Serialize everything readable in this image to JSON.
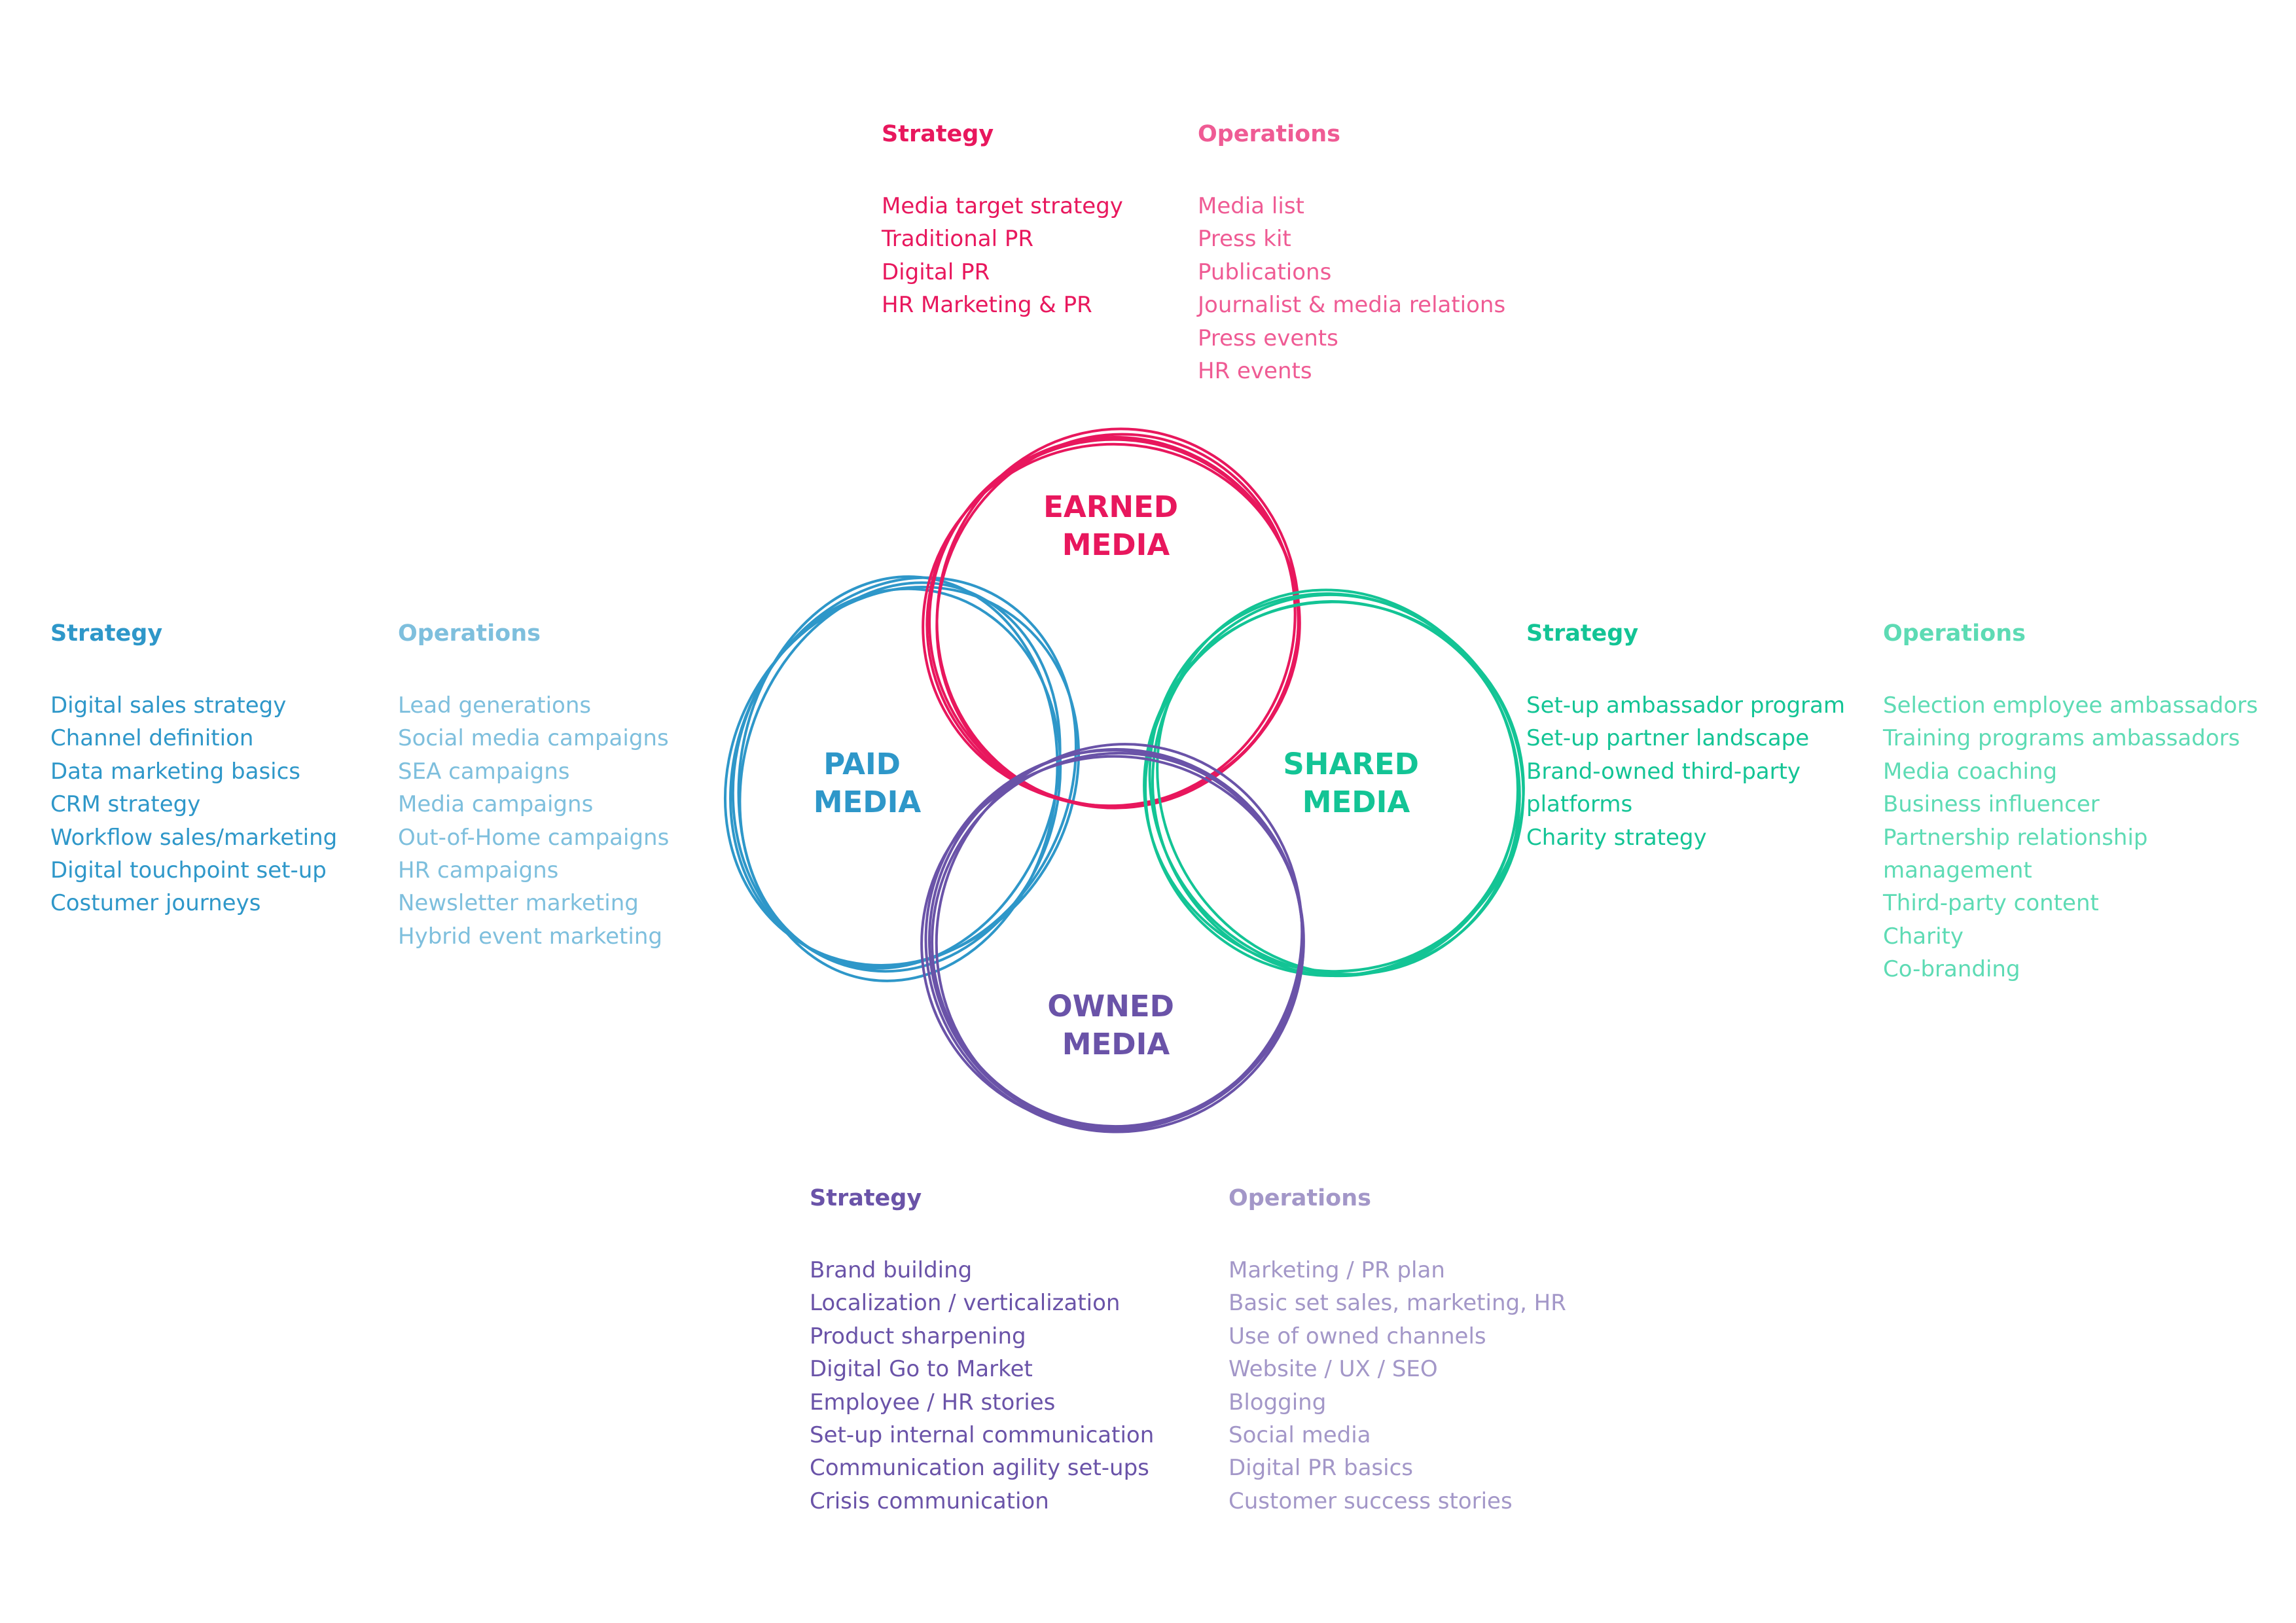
{
  "colors": {
    "earned": "#e8175d",
    "earned_light": "#ef5b94",
    "paid": "#2e97c9",
    "paid_light": "#7ebfdd",
    "shared": "#13c495",
    "shared_light": "#5ddbb4",
    "owned": "#6a53a8",
    "owned_light": "#a397c8"
  },
  "circles": {
    "earned": {
      "line1": "EARNED",
      "line2": "MEDIA"
    },
    "paid": {
      "line1": "PAID",
      "line2": "MEDIA"
    },
    "shared": {
      "line1": "SHARED",
      "line2": "MEDIA"
    },
    "owned": {
      "line1": "OWNED",
      "line2": "MEDIA"
    }
  },
  "earned": {
    "strategy": {
      "title": "Strategy",
      "items": [
        "Media target strategy",
        "Traditional PR",
        "Digital PR",
        "HR Marketing & PR"
      ]
    },
    "operations": {
      "title": "Operations",
      "items": [
        "Media list",
        "Press kit",
        "Publications",
        "Journalist & media relations",
        "Press events",
        "HR events"
      ]
    }
  },
  "paid": {
    "strategy": {
      "title": "Strategy",
      "items": [
        "Digital sales strategy",
        "Channel definition",
        "Data marketing basics",
        "CRM strategy",
        "Workflow sales/marketing",
        "Digital touchpoint set-up",
        "Costumer journeys"
      ]
    },
    "operations": {
      "title": "Operations",
      "items": [
        "Lead generations",
        "Social media campaigns",
        "SEA campaigns",
        "Media campaigns",
        "Out-of-Home campaigns",
        "HR campaigns",
        "Newsletter marketing",
        "Hybrid event marketing"
      ]
    }
  },
  "shared": {
    "strategy": {
      "title": "Strategy",
      "items": [
        "Set-up ambassador program",
        "Set-up partner landscape",
        "Brand-owned third-party",
        "platforms",
        "Charity strategy"
      ]
    },
    "operations": {
      "title": "Operations",
      "items": [
        "Selection employee ambassadors",
        "Training programs ambassadors",
        "Media coaching",
        "Business influencer",
        "Partnership relationship",
        "management",
        "Third-party content",
        "Charity",
        "Co-branding"
      ]
    }
  },
  "owned": {
    "strategy": {
      "title": "Strategy",
      "items": [
        "Brand building",
        "Localization / verticalization",
        "Product sharpening",
        "Digital Go to Market",
        "Employee / HR stories",
        "Set-up internal communication",
        "Communication agility set-ups",
        "Crisis communication"
      ]
    },
    "operations": {
      "title": "Operations",
      "items": [
        "Marketing / PR plan",
        "Basic set sales, marketing, HR",
        "Use of owned channels",
        "Website / UX / SEO",
        "Blogging",
        "Social media",
        "Digital PR basics",
        "Customer success stories"
      ]
    }
  }
}
